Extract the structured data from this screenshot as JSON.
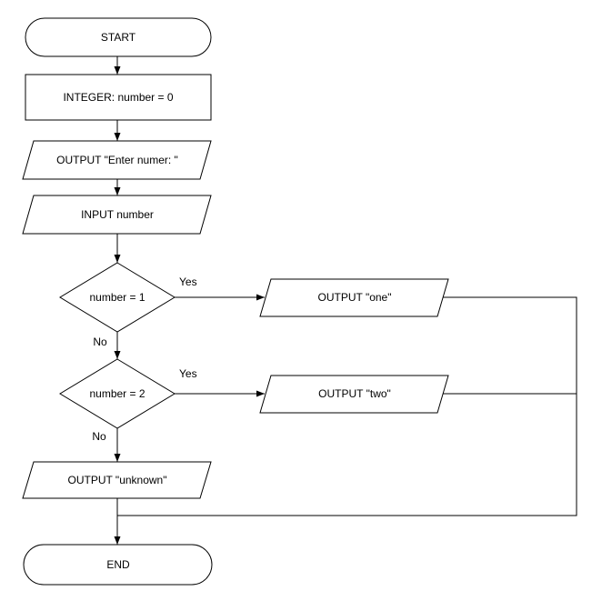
{
  "diagram": {
    "type": "flowchart",
    "colors": {
      "stroke": "#000000",
      "fill": "#ffffff",
      "text": "#000000",
      "background": "#ffffff"
    },
    "nodes": {
      "start": "START",
      "declare": "INTEGER: number = 0",
      "prompt": "OUTPUT \"Enter numer: \"",
      "input": "INPUT number",
      "decision1": "number = 1",
      "output_one": "OUTPUT \"one\"",
      "decision2": "number = 2",
      "output_two": "OUTPUT \"two\"",
      "output_unknown": "OUTPUT \"unknown\"",
      "end": "END"
    },
    "edge_labels": {
      "decision1_yes": "Yes",
      "decision1_no": "No",
      "decision2_yes": "Yes",
      "decision2_no": "No"
    }
  }
}
